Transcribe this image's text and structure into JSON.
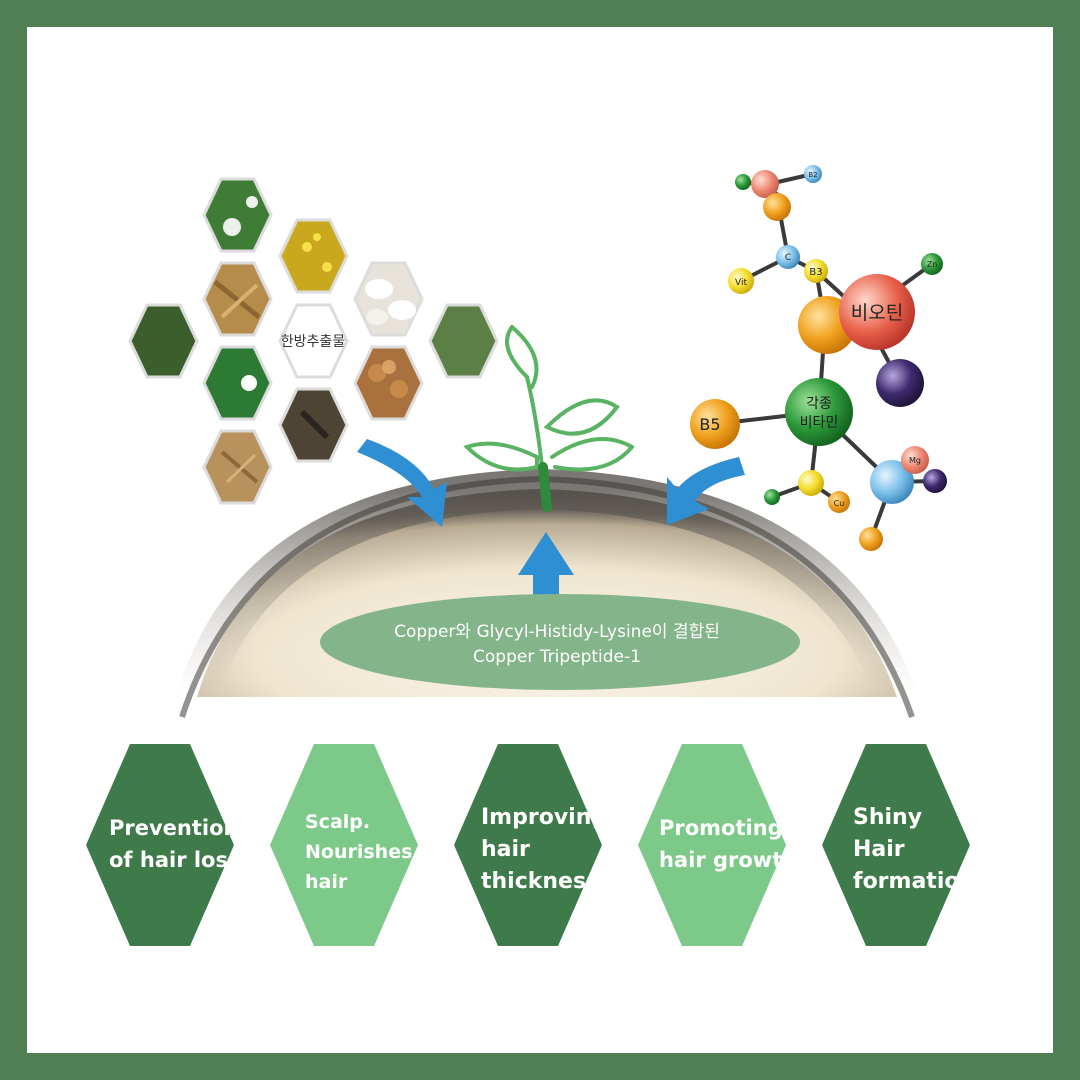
{
  "herbal_hub_label": "한방추출물",
  "molecules": {
    "biotin": "비오틴",
    "various_vitamins_line1": "각종",
    "various_vitamins_line2": "비타민",
    "b5": "B5",
    "b2": "B2",
    "b3": "B3",
    "c": "C",
    "vit": "Vit",
    "zn": "Zn",
    "mg": "Mg",
    "cu": "Cu"
  },
  "center_caption": {
    "line1": "Copper와 Glycyl-Histidy-Lysine이 결합된",
    "line2": "Copper Tripeptide-1"
  },
  "benefits": [
    {
      "label": "Prevention\nof hair loss",
      "color": "#3f7a4a"
    },
    {
      "label": "Scalp.\nNourishes\nhair",
      "color": "#7dc98a"
    },
    {
      "label": "Improving\nhair\nthickness",
      "color": "#3f7a4a"
    },
    {
      "label": "Promoting\nhair growth",
      "color": "#7dc98a"
    },
    {
      "label": "Shiny\nHair\nformation",
      "color": "#3f7a4a"
    }
  ],
  "colors": {
    "frame_green": "#4f7f52",
    "dark_hex": "#3f7a4a",
    "light_hex": "#7dc98a",
    "caption_ellipse": "#84b489",
    "arrow_blue": "#2f8fd3"
  }
}
